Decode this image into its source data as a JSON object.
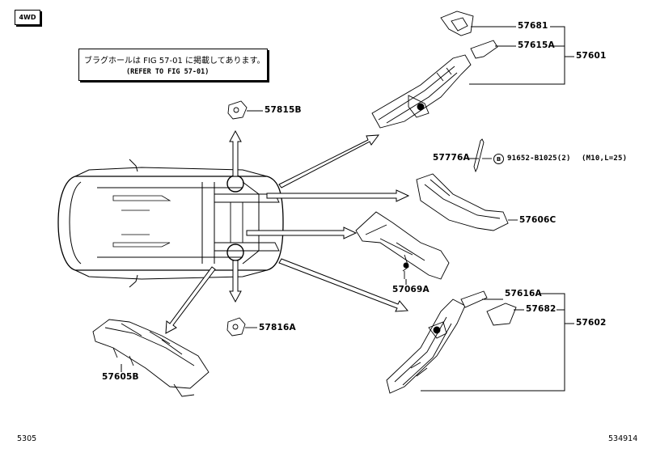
{
  "tag": "4WD",
  "note": {
    "jp": "ブラグホールは FIG 57-01 に掲載してあります。",
    "en": "(REFER TO FIG 57-01)"
  },
  "parts": {
    "p57681": "57681",
    "p57615A": "57615A",
    "p57601": "57601",
    "p57815B": "57815B",
    "p57776A": "57776A",
    "bolt_code": "B",
    "bolt": "91652-B1025(2)",
    "bolt_spec": "(M10,L=25)",
    "p57606C": "57606C",
    "p57069A": "57069A",
    "p57616A": "57616A",
    "p57682": "57682",
    "p57602": "57602",
    "p57816A": "57816A",
    "p57605B": "57605B"
  },
  "footer": {
    "left": "5305",
    "right": "534914"
  }
}
